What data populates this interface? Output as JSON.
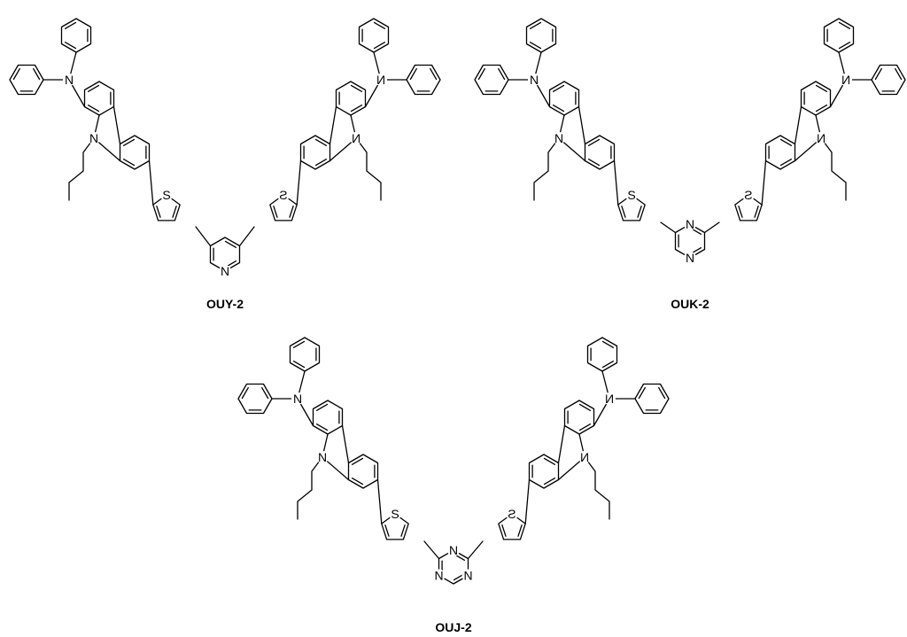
{
  "compounds": [
    {
      "label": "OUY-2",
      "core": "pyridine",
      "core_atoms": [
        "N"
      ]
    },
    {
      "label": "OUK-2",
      "core": "pyrazine",
      "core_atoms": [
        "N",
        "N"
      ]
    },
    {
      "label": "OUJ-2",
      "core": "triazine",
      "core_atoms": [
        "N",
        "N",
        "N"
      ]
    }
  ],
  "atoms": {
    "nitrogen": "N",
    "sulfur": "S"
  }
}
